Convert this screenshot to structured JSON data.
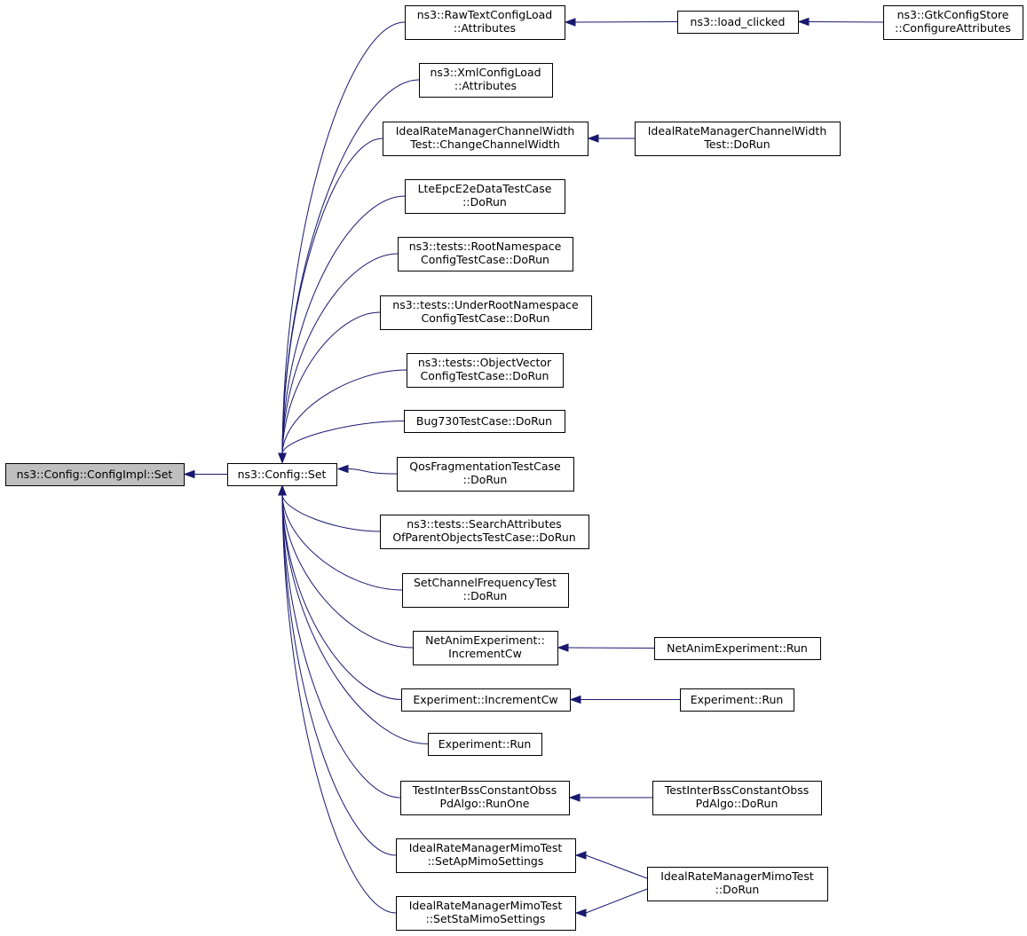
{
  "graph": {
    "type": "caller-graph",
    "colors": {
      "edge": "#191970",
      "root_fill": "#bfbfbf",
      "node_fill": "#ffffff",
      "border": "#000000"
    },
    "nodes": {
      "configimpl_set": {
        "lines": [
          "ns3::Config::ConfigImpl::Set"
        ]
      },
      "config_set": {
        "lines": [
          "ns3::Config::Set"
        ]
      },
      "rawtext_attr": {
        "lines": [
          "ns3::RawTextConfigLoad",
          "::Attributes"
        ]
      },
      "load_clicked": {
        "lines": [
          "ns3::load_clicked"
        ]
      },
      "gtk_configure": {
        "lines": [
          "ns3::GtkConfigStore",
          "::ConfigureAttributes"
        ]
      },
      "xml_attr": {
        "lines": [
          "ns3::XmlConfigLoad",
          "::Attributes"
        ]
      },
      "ideal_cw_change": {
        "lines": [
          "IdealRateManagerChannelWidth",
          "Test::ChangeChannelWidth"
        ]
      },
      "ideal_cw_dorun": {
        "lines": [
          "IdealRateManagerChannelWidth",
          "Test::DoRun"
        ]
      },
      "lte_dorun": {
        "lines": [
          "LteEpcE2eDataTestCase",
          "::DoRun"
        ]
      },
      "root_ns_dorun": {
        "lines": [
          "ns3::tests::RootNamespace",
          "ConfigTestCase::DoRun"
        ]
      },
      "under_root_dorun": {
        "lines": [
          "ns3::tests::UnderRootNamespace",
          "ConfigTestCase::DoRun"
        ]
      },
      "objvector_dorun": {
        "lines": [
          "ns3::tests::ObjectVector",
          "ConfigTestCase::DoRun"
        ]
      },
      "bug730_dorun": {
        "lines": [
          "Bug730TestCase::DoRun"
        ]
      },
      "qos_dorun": {
        "lines": [
          "QosFragmentationTestCase",
          "::DoRun"
        ]
      },
      "search_attr_dorun": {
        "lines": [
          "ns3::tests::SearchAttributes",
          "OfParentObjectsTestCase::DoRun"
        ]
      },
      "setchanfreq_dorun": {
        "lines": [
          "SetChannelFrequencyTest",
          "::DoRun"
        ]
      },
      "netanim_inccw": {
        "lines": [
          "NetAnimExperiment::",
          "IncrementCw"
        ]
      },
      "netanim_run": {
        "lines": [
          "NetAnimExperiment::Run"
        ]
      },
      "exp_inccw": {
        "lines": [
          "Experiment::IncrementCw"
        ]
      },
      "exp_run_right": {
        "lines": [
          "Experiment::Run"
        ]
      },
      "exp_run": {
        "lines": [
          "Experiment::Run"
        ]
      },
      "interbss_runone": {
        "lines": [
          "TestInterBssConstantObss",
          "PdAlgo::RunOne"
        ]
      },
      "interbss_dorun": {
        "lines": [
          "TestInterBssConstantObss",
          "PdAlgo::DoRun"
        ]
      },
      "mimo_ap": {
        "lines": [
          "IdealRateManagerMimoTest",
          "::SetApMimoSettings"
        ]
      },
      "mimo_sta": {
        "lines": [
          "IdealRateManagerMimoTest",
          "::SetStaMimoSettings"
        ]
      },
      "mimo_dorun": {
        "lines": [
          "IdealRateManagerMimoTest",
          "::DoRun"
        ]
      }
    },
    "edges": [
      {
        "caller": "config_set",
        "callee": "configimpl_set"
      },
      {
        "caller": "rawtext_attr",
        "callee": "config_set"
      },
      {
        "caller": "xml_attr",
        "callee": "config_set"
      },
      {
        "caller": "ideal_cw_change",
        "callee": "config_set"
      },
      {
        "caller": "lte_dorun",
        "callee": "config_set"
      },
      {
        "caller": "root_ns_dorun",
        "callee": "config_set"
      },
      {
        "caller": "under_root_dorun",
        "callee": "config_set"
      },
      {
        "caller": "objvector_dorun",
        "callee": "config_set"
      },
      {
        "caller": "bug730_dorun",
        "callee": "config_set"
      },
      {
        "caller": "qos_dorun",
        "callee": "config_set"
      },
      {
        "caller": "search_attr_dorun",
        "callee": "config_set"
      },
      {
        "caller": "setchanfreq_dorun",
        "callee": "config_set"
      },
      {
        "caller": "netanim_inccw",
        "callee": "config_set"
      },
      {
        "caller": "exp_inccw",
        "callee": "config_set"
      },
      {
        "caller": "exp_run",
        "callee": "config_set"
      },
      {
        "caller": "interbss_runone",
        "callee": "config_set"
      },
      {
        "caller": "mimo_ap",
        "callee": "config_set"
      },
      {
        "caller": "mimo_sta",
        "callee": "config_set"
      },
      {
        "caller": "load_clicked",
        "callee": "rawtext_attr"
      },
      {
        "caller": "gtk_configure",
        "callee": "load_clicked"
      },
      {
        "caller": "ideal_cw_dorun",
        "callee": "ideal_cw_change"
      },
      {
        "caller": "netanim_run",
        "callee": "netanim_inccw"
      },
      {
        "caller": "exp_run_right",
        "callee": "exp_inccw"
      },
      {
        "caller": "interbss_dorun",
        "callee": "interbss_runone"
      },
      {
        "caller": "mimo_dorun",
        "callee": "mimo_ap"
      },
      {
        "caller": "mimo_dorun",
        "callee": "mimo_sta"
      }
    ]
  }
}
